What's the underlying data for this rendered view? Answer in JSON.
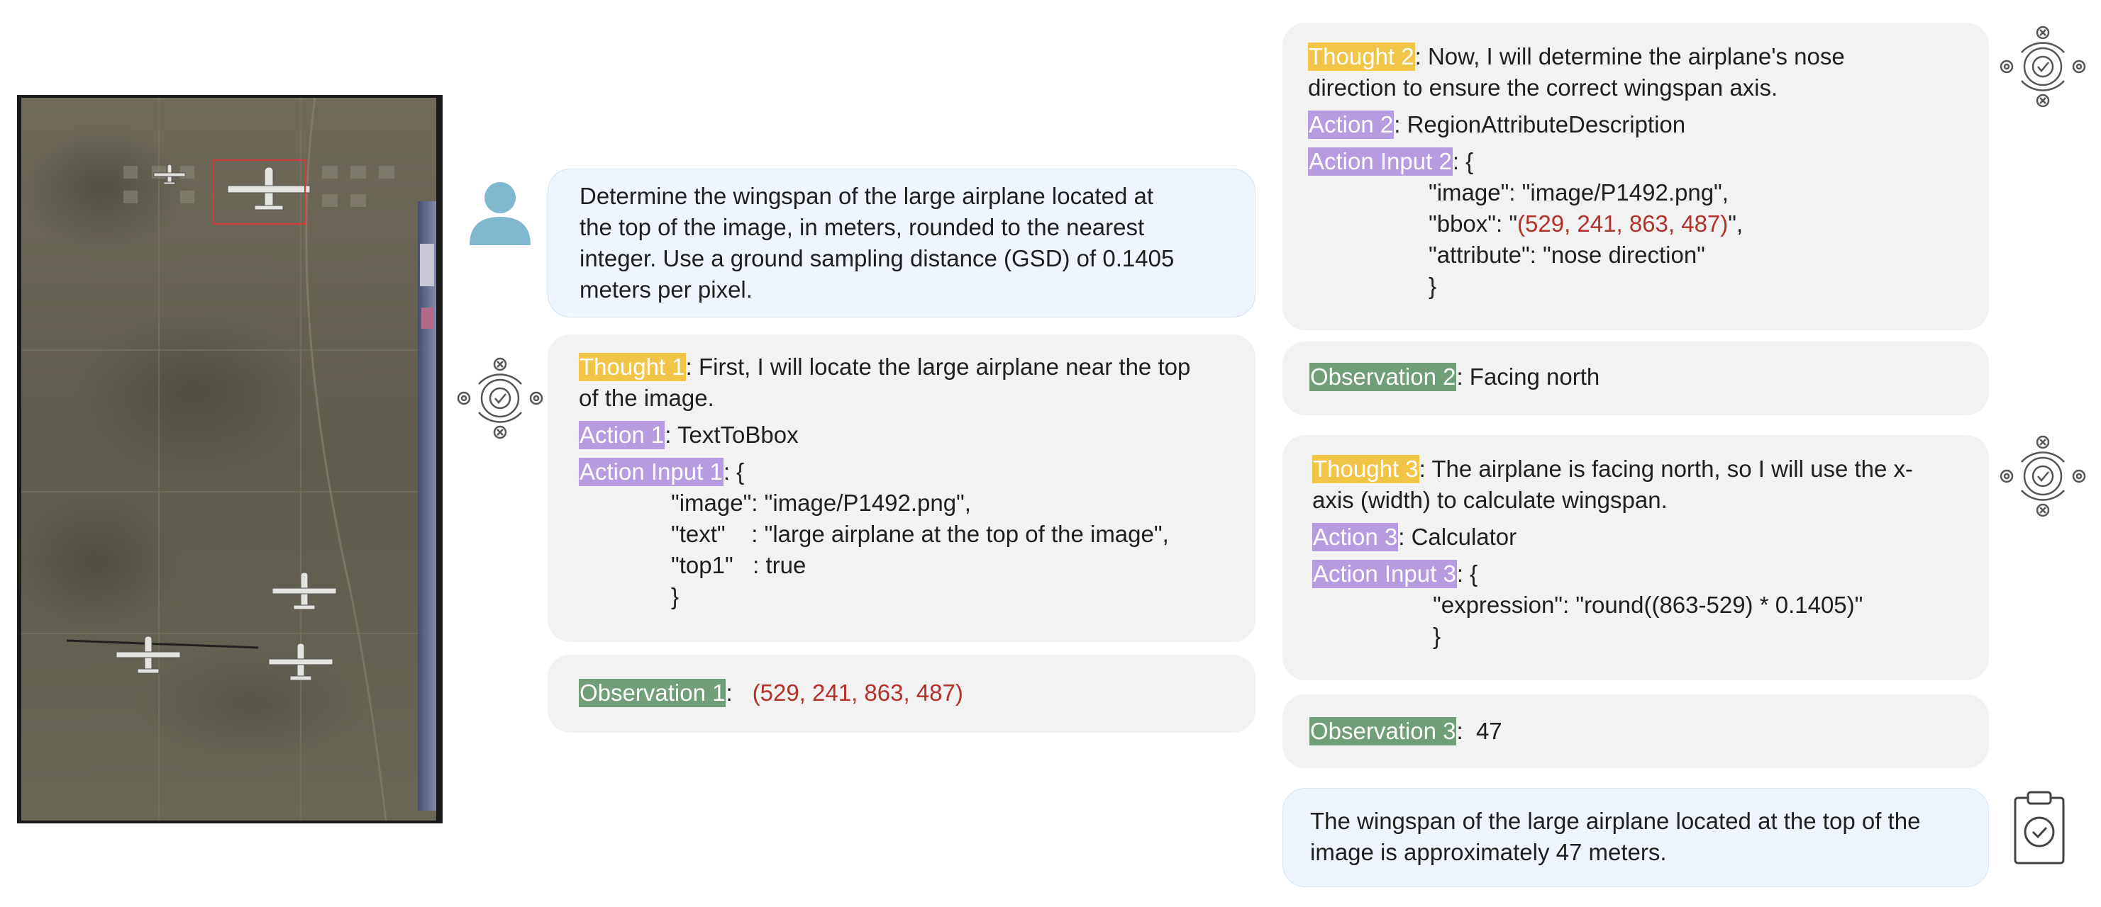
{
  "colors": {
    "thought": "#f2c447",
    "action": "#b79be0",
    "observation": "#6f9e78",
    "highlight_red": "#b3312b",
    "user_bubble": "#eef5fc",
    "step_bubble": "#f2f2f2"
  },
  "icons": {
    "user": "user-avatar-icon",
    "agent": "gear-check-agent-icon",
    "final": "clipboard-check-icon"
  },
  "query": {
    "lines": [
      "Determine the wingspan of the large airplane located at",
      "the top of the image, in meters, rounded to the nearest",
      "integer. Use a ground sampling distance (GSD) of 0.1405",
      "meters per pixel."
    ]
  },
  "step1": {
    "thought_label": "Thought 1",
    "thought_text_1": ": First, I will locate the large airplane near the top",
    "thought_text_2": "of the image.",
    "action_label": "Action 1 ",
    "action_text": ": TextToBbox",
    "input_label": "Action Input 1",
    "input_text": ": {",
    "args": [
      "\"image\": \"image/P1492.png\",",
      "\"text\"    : \"large airplane at the top of the image\",",
      "\"top1\"   : true",
      "}"
    ]
  },
  "obs1": {
    "label": "Observation 1",
    "sep": ":",
    "value": "(529, 241, 863, 487)"
  },
  "step2": {
    "thought_label": "Thought 2",
    "thought_text_1": ": Now, I will determine the airplane's nose",
    "thought_text_2": "direction to ensure the correct wingspan axis.",
    "action_label": "Action 2",
    "action_text": ": RegionAttributeDescription",
    "input_label": "Action Input 2",
    "input_text": ": {",
    "arg_image": "\"image\": \"image/P1492.png\",",
    "arg_bbox_pre": "\"bbox\": \"",
    "arg_bbox_val": "(529, 241, 863, 487)",
    "arg_bbox_post": "\",",
    "arg_attr": "\"attribute\": \"nose direction\"",
    "close": "}"
  },
  "obs2": {
    "label": "Observation 2",
    "text": ": Facing north"
  },
  "step3": {
    "thought_label": "Thought 3",
    "thought_text_1": ": The airplane is facing north, so I will use the x-",
    "thought_text_2": "axis (width) to calculate wingspan.",
    "action_label": "Action 3",
    "action_text": ": Calculator",
    "input_label": "Action Input 3",
    "input_text": ": {",
    "arg_expr": "\"expression\": \"round((863-529) * 0.1405)\"",
    "close": "}"
  },
  "obs3": {
    "label": "Observation 3",
    "text": ":  47"
  },
  "final": {
    "lines": [
      "The wingspan of the large airplane located at the top of the",
      "image is approximately 47 meters."
    ]
  }
}
